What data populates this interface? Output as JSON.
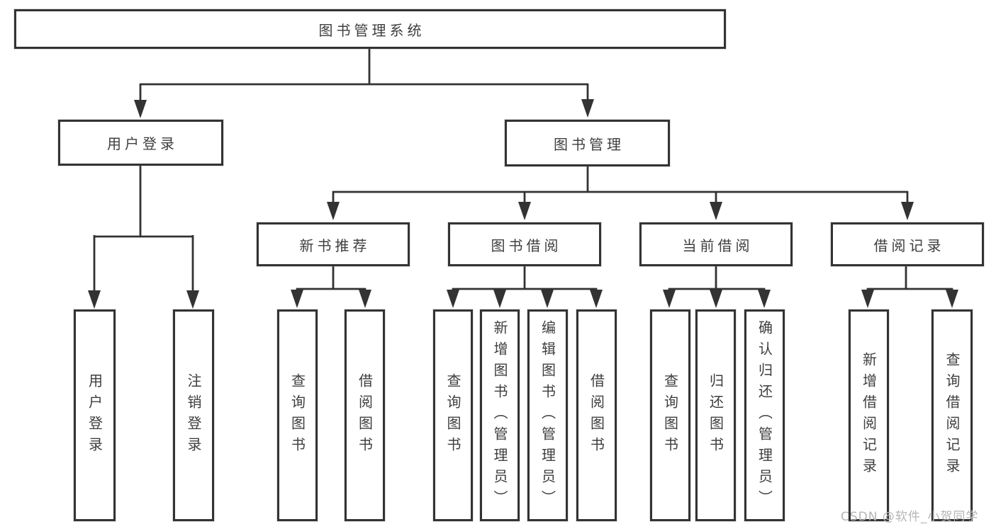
{
  "diagram_type": "tree",
  "tree": {
    "label": "图书管理系统",
    "children": [
      {
        "label": "用户登录",
        "children": [
          {
            "label": "用户登录"
          },
          {
            "label": "注销登录"
          }
        ]
      },
      {
        "label": "图书管理",
        "children": [
          {
            "label": "新书推荐",
            "children": [
              {
                "label": "查询图书"
              },
              {
                "label": "借阅图书"
              }
            ]
          },
          {
            "label": "图书借阅",
            "children": [
              {
                "label": "查询图书"
              },
              {
                "label": "新增图书（管理员）"
              },
              {
                "label": "编辑图书（管理员）"
              },
              {
                "label": "借阅图书"
              }
            ]
          },
          {
            "label": "当前借阅",
            "children": [
              {
                "label": "查询图书"
              },
              {
                "label": "归还图书"
              },
              {
                "label": "确认归还（管理员）"
              }
            ]
          },
          {
            "label": "借阅记录",
            "children": [
              {
                "label": "新增借阅记录"
              },
              {
                "label": "查询借阅记录"
              }
            ]
          }
        ]
      }
    ]
  },
  "watermark": {
    "text": "CSDN @软件_小贺同学"
  },
  "colors": {
    "background": "#ffffff",
    "line": "#333333",
    "box_border": "#333333",
    "box_background": "#ffffff",
    "text": "#3e3e3e",
    "watermark": "#b5b5b5"
  }
}
